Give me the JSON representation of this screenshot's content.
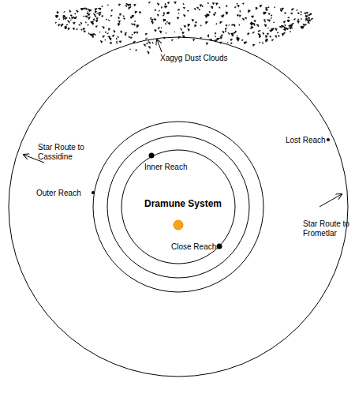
{
  "diagram": {
    "labels": [
      "Xagyg Dust Clouds",
      "Lost Reach",
      "Star Route to Cassidine",
      "Outer Reach",
      "Inner Reach",
      "Dramune System",
      "Close Reach",
      "Star Route to Frometlar"
    ]
  }
}
